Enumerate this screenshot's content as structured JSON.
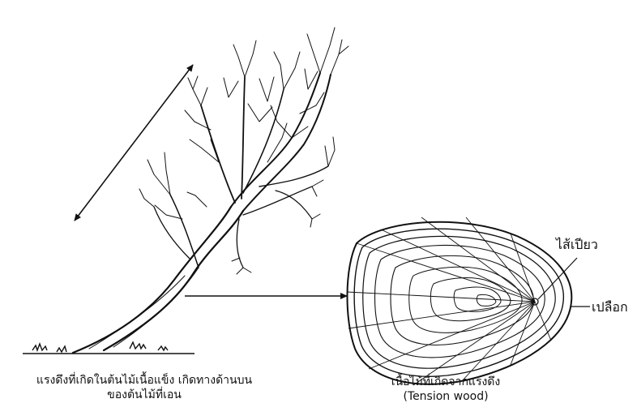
{
  "labels": {
    "pith": "ไส้เปียว",
    "bark": "เปลือก",
    "left_caption_line1": "แรงดึงที่เกิดในต้นไม้เนื้อแข็ง เกิดทางด้านบน",
    "left_caption_line2": "ของต้นไม้ที่เอน",
    "right_caption_line1": "เนื้อไม้ที่เกิดจากแรงดึง",
    "right_caption_line2": "(Tension wood)"
  }
}
